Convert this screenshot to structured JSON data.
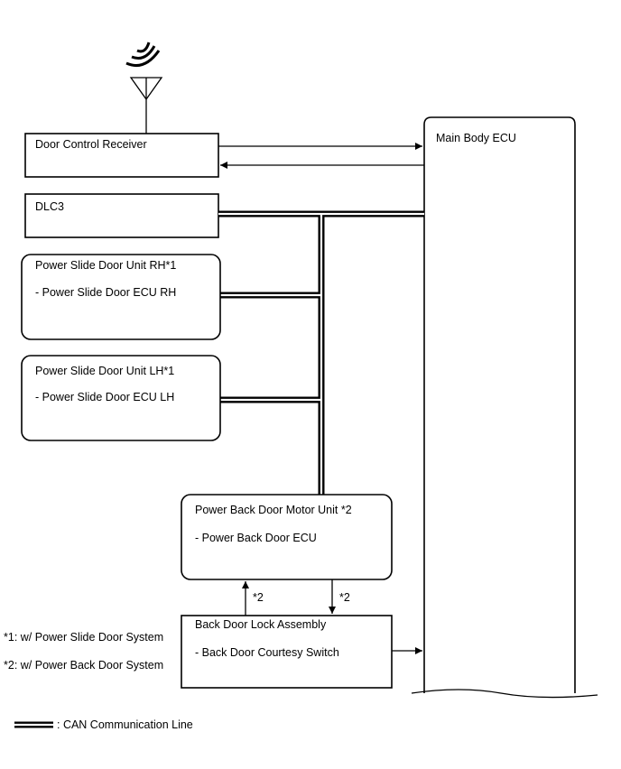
{
  "components": {
    "door_control_receiver": "Door Control Receiver",
    "main_body_ecu": "Main Body ECU",
    "dlc3": "DLC3",
    "psd_rh": {
      "title": "Power Slide Door Unit RH*1",
      "sub": "- Power Slide Door ECU RH"
    },
    "psd_lh": {
      "title": "Power Slide Door Unit LH*1",
      "sub": "- Power Slide Door ECU LH"
    },
    "pbd": {
      "title": "Power Back Door Motor Unit *2",
      "sub": "- Power Back Door ECU"
    },
    "bdl": {
      "title": "Back Door Lock Assembly",
      "sub": "- Back Door Courtesy Switch"
    }
  },
  "wire_notes": {
    "up": "*2",
    "down": "*2"
  },
  "footnotes": [
    "*1: w/ Power Slide Door System",
    "*2: w/ Power Back Door System"
  ],
  "legend": {
    "can": ": CAN Communication Line"
  }
}
